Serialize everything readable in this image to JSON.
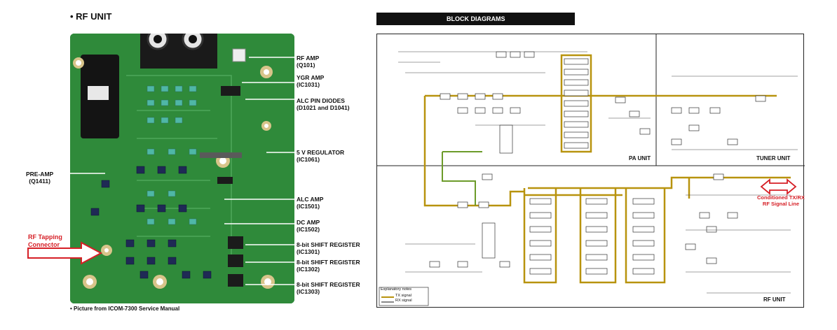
{
  "left_panel": {
    "title": "• RF UNIT",
    "footnote": "• Picture from ICOM-7300 Service Manual",
    "callouts_right": [
      {
        "text": "RF AMP\n(Q101)"
      },
      {
        "text": "YGR AMP\n(IC1031)"
      },
      {
        "text": "ALC PIN DIODES\n(D1021 and D1041)"
      },
      {
        "text": "5 V REGULATOR\n(IC1061)"
      },
      {
        "text": "ALC AMP\n(IC1501)"
      },
      {
        "text": "DC AMP\n(IC1502)"
      },
      {
        "text": "8-bit SHIFT REGISTER\n(IC1301)"
      },
      {
        "text": "8-bit SHIFT REGISTER\n(IC1302)"
      },
      {
        "text": "8-bit SHIFT REGISTER\n(IC1303)"
      }
    ],
    "callout_left": {
      "text": "PRE-AMP\n(Q1411)"
    },
    "rf_tap": {
      "text": "RF Tapping\nConnector",
      "color": "#d61f26"
    }
  },
  "right_panel": {
    "title": "BLOCK DIAGRAMS",
    "units": {
      "pa": "PA UNIT",
      "tuner": "TUNER UNIT",
      "rf": "RF UNIT"
    },
    "conditioned": {
      "text": "Conditioned TX/RX\nRF Signal Line",
      "color": "#d61f26"
    },
    "legend": {
      "title": "Explanatory notes",
      "tx": "TX signal",
      "rx": "RX signal"
    },
    "signal_color": "#b8930e"
  }
}
